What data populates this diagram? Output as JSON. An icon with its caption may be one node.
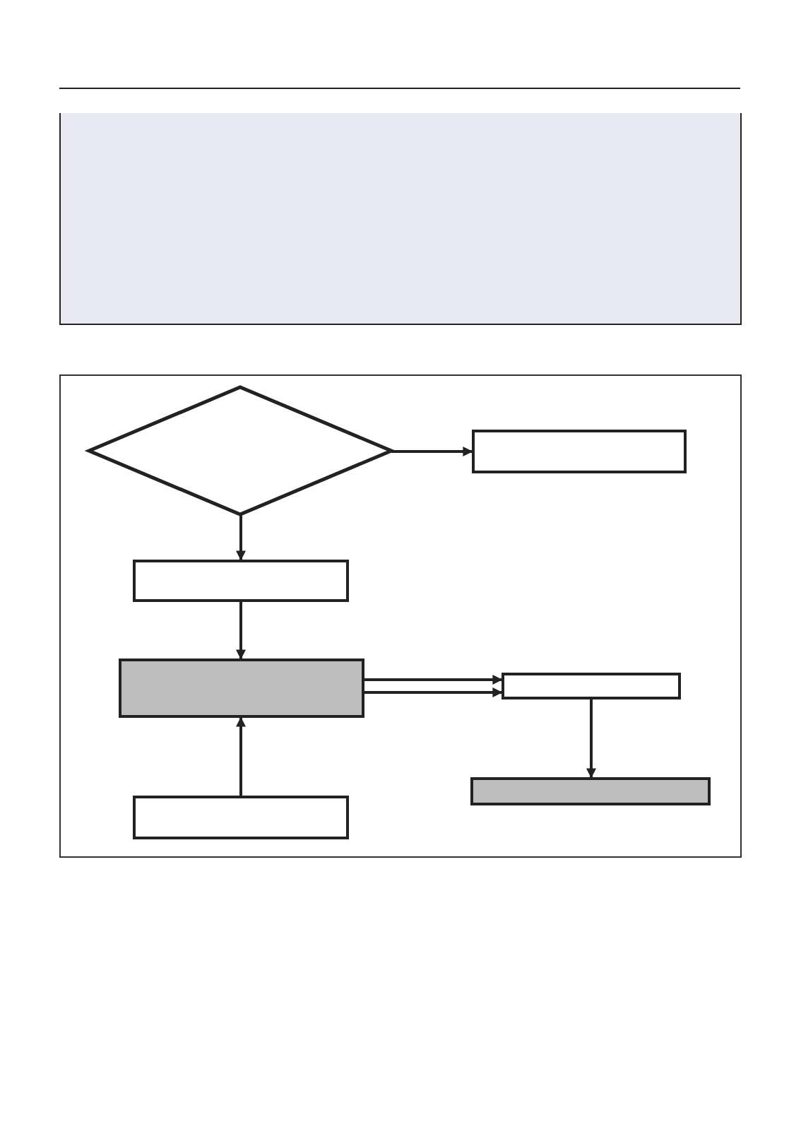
{
  "diagram": {
    "nodes": [
      {
        "text": [],
        "shape": "diamond"
      },
      {
        "text": [],
        "shape": "box"
      },
      {
        "text": [],
        "shape": "box"
      },
      {
        "text": [],
        "shape": "box"
      },
      {
        "text": [],
        "shape": "box"
      },
      {
        "text": [],
        "shape": "box"
      },
      {
        "text": [],
        "shape": "box"
      }
    ],
    "edges": [
      {
        "from": 0,
        "to": 1,
        "arrow": "to"
      },
      {
        "from": 0,
        "to": 2,
        "arrow": "to"
      },
      {
        "from": 2,
        "to": 3,
        "arrow": "to"
      },
      {
        "from": 6,
        "to": 3,
        "arrow": "to"
      },
      {
        "from": 3,
        "to": 4,
        "arrow": "to"
      },
      {
        "from": 3,
        "to": 4,
        "arrow": "to"
      },
      {
        "from": 4,
        "to": 5,
        "arrow": "to"
      }
    ]
  }
}
